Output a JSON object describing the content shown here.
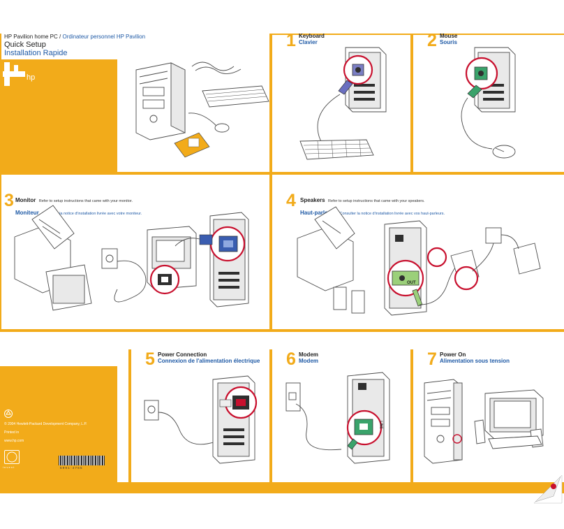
{
  "header": {
    "product_en": "HP Pavilion home PC /",
    "product_fr": "Ordinateur personnel HP Pavilion",
    "title_en": "Quick Setup",
    "title_fr": "Installation Rapide",
    "logo_text": "hp"
  },
  "steps": [
    {
      "number": "1",
      "title_en": "Keyboard",
      "title_fr": "Clavier",
      "note_en": "",
      "note_fr": ""
    },
    {
      "number": "2",
      "title_en": "Mouse",
      "title_fr": "Souris",
      "note_en": "",
      "note_fr": ""
    },
    {
      "number": "3",
      "title_en": "Monitor",
      "title_fr": "Moniteur",
      "note_en": "Refer to setup instructions that came with your monitor.",
      "note_fr": "Consulter la notice d'installation livrée avec votre moniteur."
    },
    {
      "number": "4",
      "title_en": "Speakers",
      "title_fr": "Haut-parleurs",
      "note_en": "Refer to setup instructions that came with your speakers.",
      "note_fr": "Consulter la notice d'installation livrée avec vos haut-parleurs."
    },
    {
      "number": "5",
      "title_en": "Power Connection",
      "title_fr": "Connexion de l'alimentation électrique",
      "note_en": "",
      "note_fr": ""
    },
    {
      "number": "6",
      "title_en": "Modem",
      "title_fr": "Modem",
      "note_en": "",
      "note_fr": ""
    },
    {
      "number": "7",
      "title_en": "Power On",
      "title_fr": "Alimentation sous tension",
      "note_en": "",
      "note_fr": ""
    }
  ],
  "speaker_port_label": "OUT",
  "modem_port_label": "LINE",
  "footer": {
    "copyright": "© 2004 Hewlett-Packard Development Company, L.P.",
    "printed_in": "Printed in",
    "website": "www.hp.com",
    "barcode_number": "5 9 9 1 - 4 7 6 5",
    "badge_text": "i n v e n t"
  }
}
